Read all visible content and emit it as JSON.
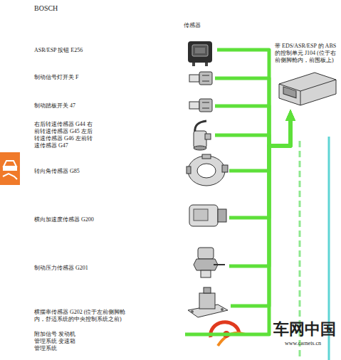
{
  "diagram": {
    "nodes": [
      {
        "text": [
          "ASR/ESP 按钮 E256"
        ]
      },
      {
        "text": [
          "制动信号灯开关 F"
        ]
      },
      {
        "text": [
          "制动踏板开关 47"
        ]
      },
      {
        "text": [
          "右后转速传感器 G44 右前转速传感器 G45 左后转速传感器 G46 左前转速传感器 G47"
        ]
      },
      {
        "text": [
          "转向角传感器 G85"
        ]
      },
      {
        "text": [
          "横向加速度传感器 G200"
        ]
      },
      {
        "text": [
          "制动压力传感器 G201"
        ]
      },
      {
        "text": [
          "横摆率传感器 G202 (位于左前侧脚舱内，舒适系统的中央控制系统之前)"
        ]
      },
      {
        "text": [
          "附加信号 发动机管理系统 变速箱管理系统"
        ]
      },
      {
        "text": [
          "带 EDS/ASR/ESP 的 ABS 的控制单元 J104 (位于右前侧脚舱内，前围板上)"
        ]
      }
    ],
    "edges": [
      {
        "from": 0,
        "to": 9,
        "arrow": "to"
      },
      {
        "from": 1,
        "to": 9,
        "arrow": "to"
      },
      {
        "from": 2,
        "to": 9,
        "arrow": "to"
      },
      {
        "from": 3,
        "to": 9,
        "arrow": "to"
      },
      {
        "from": 4,
        "to": 9,
        "arrow": "to"
      },
      {
        "from": 5,
        "to": 9,
        "arrow": "to"
      },
      {
        "from": 6,
        "to": 9,
        "arrow": "to"
      },
      {
        "from": 7,
        "to": 9,
        "arrow": "to"
      },
      {
        "from": 8,
        "to": 9,
        "arrow": "to"
      }
    ],
    "labels": [
      "BOSCH",
      "传感器",
      "车网中国",
      "www.carnets.cn"
    ]
  }
}
